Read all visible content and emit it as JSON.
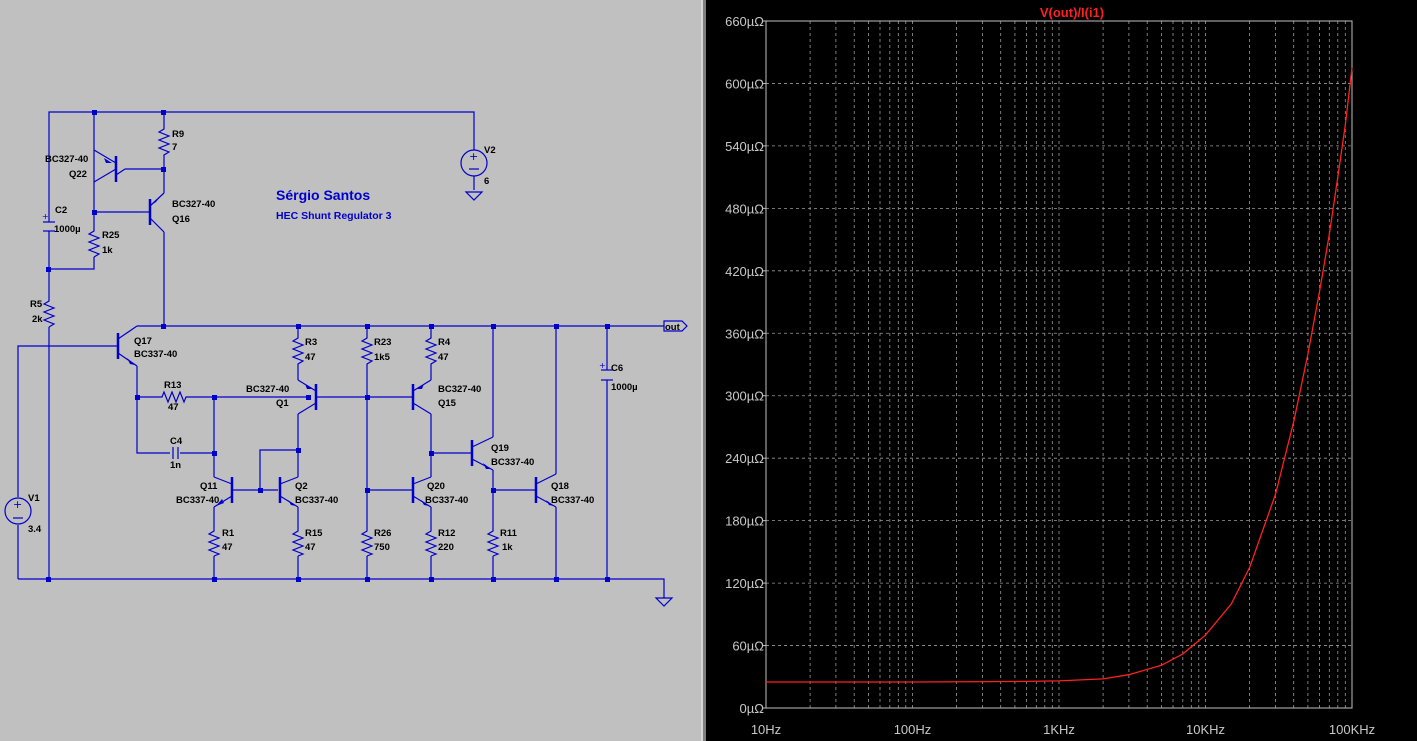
{
  "schematic": {
    "author": "Sérgio Santos",
    "subtitle": "HEC Shunt Regulator 3",
    "output_net_label": "out",
    "components": {
      "R9": {
        "ref": "R9",
        "value": "7"
      },
      "V2": {
        "ref": "V2",
        "value": "6"
      },
      "Q22": {
        "ref": "Q22",
        "model": "BC327-40"
      },
      "Q16": {
        "ref": "Q16",
        "model": "BC327-40"
      },
      "C2": {
        "ref": "C2",
        "value": "1000µ"
      },
      "R25": {
        "ref": "R25",
        "value": "1k"
      },
      "R5": {
        "ref": "R5",
        "value": "2k"
      },
      "Q17": {
        "ref": "Q17",
        "model": "BC337-40"
      },
      "R13": {
        "ref": "R13",
        "value": "47"
      },
      "C4": {
        "ref": "C4",
        "value": "1n"
      },
      "R3": {
        "ref": "R3",
        "value": "47"
      },
      "Q1": {
        "ref": "Q1",
        "model": "BC327-40"
      },
      "R23": {
        "ref": "R23",
        "value": "1k5"
      },
      "R4": {
        "ref": "R4",
        "value": "47"
      },
      "Q15": {
        "ref": "Q15",
        "model": "BC327-40"
      },
      "Q19": {
        "ref": "Q19",
        "model": "BC337-40"
      },
      "C6": {
        "ref": "C6",
        "value": "1000µ"
      },
      "Q11": {
        "ref": "Q11",
        "model": "BC337-40"
      },
      "Q2": {
        "ref": "Q2",
        "model": "BC337-40"
      },
      "Q20": {
        "ref": "Q20",
        "model": "BC337-40"
      },
      "Q18": {
        "ref": "Q18",
        "model": "BC337-40"
      },
      "R1": {
        "ref": "R1",
        "value": "47"
      },
      "R15": {
        "ref": "R15",
        "value": "47"
      },
      "R26": {
        "ref": "R26",
        "value": "750"
      },
      "R12": {
        "ref": "R12",
        "value": "220"
      },
      "R11": {
        "ref": "R11",
        "value": "1k"
      },
      "V1": {
        "ref": "V1",
        "value": "3.4"
      }
    }
  },
  "chart_data": {
    "type": "line",
    "title": "V(out)/I(i1)",
    "x_scale": "log",
    "xlim": [
      10,
      100000
    ],
    "x_ticks": [
      10,
      100,
      1000,
      10000,
      100000
    ],
    "x_tick_labels": [
      "10Hz",
      "100Hz",
      "1KHz",
      "10KHz",
      "100KHz"
    ],
    "ylim": [
      0,
      660
    ],
    "y_ticks": [
      0,
      60,
      120,
      180,
      240,
      300,
      360,
      420,
      480,
      540,
      600,
      660
    ],
    "y_tick_labels": [
      "0µΩ",
      "60µΩ",
      "120µΩ",
      "180µΩ",
      "240µΩ",
      "300µΩ",
      "360µΩ",
      "420µΩ",
      "480µΩ",
      "540µΩ",
      "600µΩ",
      "660µΩ"
    ],
    "grid": true,
    "series": [
      {
        "name": "V(out)/I(i1)",
        "color": "#ff2020",
        "x": [
          10,
          100,
          500,
          1000,
          2000,
          3000,
          5000,
          7000,
          10000,
          15000,
          20000,
          30000,
          40000,
          50000,
          60000,
          70000,
          80000,
          90000,
          100000
        ],
        "y": [
          25,
          25,
          25.5,
          26,
          28,
          32,
          41,
          52,
          70,
          100,
          135,
          205,
          275,
          340,
          400,
          455,
          510,
          560,
          615
        ]
      }
    ]
  }
}
